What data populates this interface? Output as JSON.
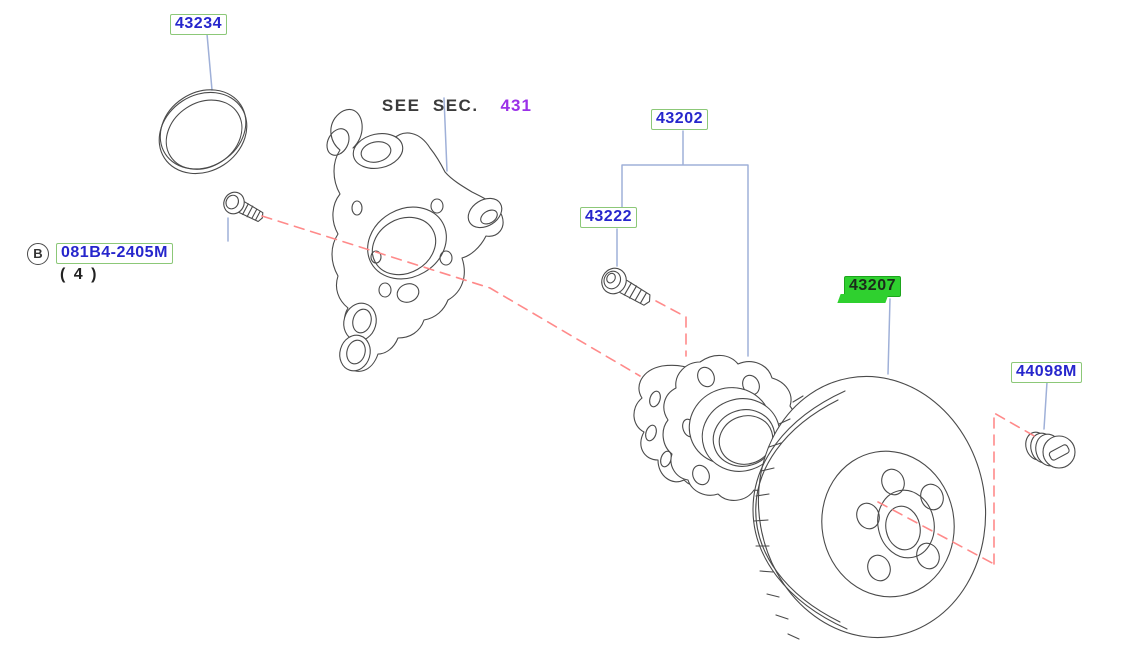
{
  "see_section": {
    "label": "SEE  SEC.",
    "number": "431"
  },
  "labels": {
    "snap_ring": "43234",
    "hub_assembly": "43202",
    "hub_bolt": "43222",
    "rotor": "43207",
    "cap": "44098M",
    "knuckle_bolt_ref": "B",
    "knuckle_bolt": "081B4-2405M",
    "knuckle_bolt_qty": "( 4 )"
  },
  "colors": {
    "part_number_text": "#2626cc",
    "label_border": "#8cc878",
    "highlight_background": "#2fd02f",
    "section_number_text": "#9b30e8",
    "leader_line": "#9fb0d8",
    "centerline_dashed": "#ff8a8a",
    "drawing_outline": "#4a4a4a"
  }
}
